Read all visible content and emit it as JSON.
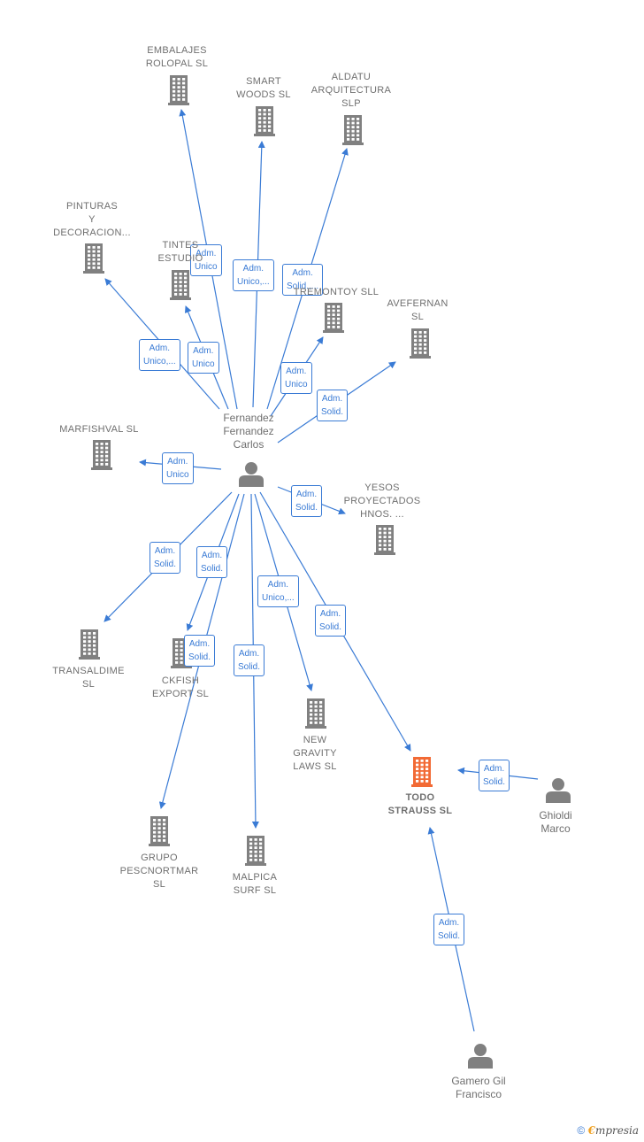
{
  "colors": {
    "edge": "#3a7bd5",
    "company": "#808080",
    "company_main": "#f26a35",
    "person": "#808080"
  },
  "companies": [
    {
      "id": "embalajes",
      "label": "EMBALAJES\nROLOPAL  SL"
    },
    {
      "id": "smart",
      "label": "SMART\nWOODS  SL"
    },
    {
      "id": "aldatu",
      "label": "ALDATU\nARQUITECTURA\nSLP"
    },
    {
      "id": "pinturas",
      "label": "PINTURAS\nY\nDECORACION..."
    },
    {
      "id": "tintes",
      "label": "TINTES\nESTUDIO"
    },
    {
      "id": "tremontoy",
      "label": "TREMONTOY SLL"
    },
    {
      "id": "avefernan",
      "label": "AVEFERNAN\nSL"
    },
    {
      "id": "marfishval",
      "label": "MARFISHVAL SL"
    },
    {
      "id": "yesos",
      "label": "YESOS\nPROYECTADOS\nHNOS. ..."
    },
    {
      "id": "transaldime",
      "label": "TRANSALDIME\nSL"
    },
    {
      "id": "ckfish",
      "label": "CKFISH\nEXPORT  SL"
    },
    {
      "id": "newgravity",
      "label": "NEW\nGRAVITY\nLAWS  SL"
    },
    {
      "id": "todostrauss",
      "label": "TODO\nSTRAUSS  SL",
      "main": true
    },
    {
      "id": "pescnortmar",
      "label": "GRUPO\nPESCNORTMAR\nSL"
    },
    {
      "id": "malpica",
      "label": "MALPICA\nSURF  SL"
    }
  ],
  "people": [
    {
      "id": "fernandez",
      "label": "Fernandez\nFernandez\nCarlos"
    },
    {
      "id": "ghioldi",
      "label": "Ghioldi\nMarco"
    },
    {
      "id": "gamero",
      "label": "Gamero Gil\nFrancisco"
    }
  ],
  "edges": [
    {
      "from": "fernandez",
      "to": "embalajes",
      "label": "Adm.\nUnico"
    },
    {
      "from": "fernandez",
      "to": "smart",
      "label": "Adm.\nUnico,..."
    },
    {
      "from": "fernandez",
      "to": "aldatu",
      "label": "Adm.\nSolid.,..."
    },
    {
      "from": "fernandez",
      "to": "pinturas",
      "label": "Adm.\nUnico,..."
    },
    {
      "from": "fernandez",
      "to": "tintes",
      "label": "Adm.\nUnico"
    },
    {
      "from": "fernandez",
      "to": "tremontoy",
      "label": "Adm.\nUnico"
    },
    {
      "from": "fernandez",
      "to": "avefernan",
      "label": "Adm.\nSolid."
    },
    {
      "from": "fernandez",
      "to": "marfishval",
      "label": "Adm.\nUnico"
    },
    {
      "from": "fernandez",
      "to": "yesos",
      "label": "Adm.\nSolid."
    },
    {
      "from": "fernandez",
      "to": "transaldime",
      "label": "Adm.\nSolid."
    },
    {
      "from": "fernandez",
      "to": "ckfish",
      "label": "Adm.\nSolid."
    },
    {
      "from": "fernandez",
      "to": "pescnortmar",
      "label": "Adm.\nSolid."
    },
    {
      "from": "fernandez",
      "to": "malpica",
      "label": "Adm.\nSolid."
    },
    {
      "from": "fernandez",
      "to": "newgravity",
      "label": "Adm.\nUnico,..."
    },
    {
      "from": "fernandez",
      "to": "todostrauss",
      "label": "Adm.\nSolid."
    },
    {
      "from": "ghioldi",
      "to": "todostrauss",
      "label": "Adm.\nSolid."
    },
    {
      "from": "gamero",
      "to": "todostrauss",
      "label": "Adm.\nSolid."
    }
  ],
  "footer": {
    "copyright": "©",
    "brand_initial": "€",
    "brand_rest": "mpresia"
  }
}
